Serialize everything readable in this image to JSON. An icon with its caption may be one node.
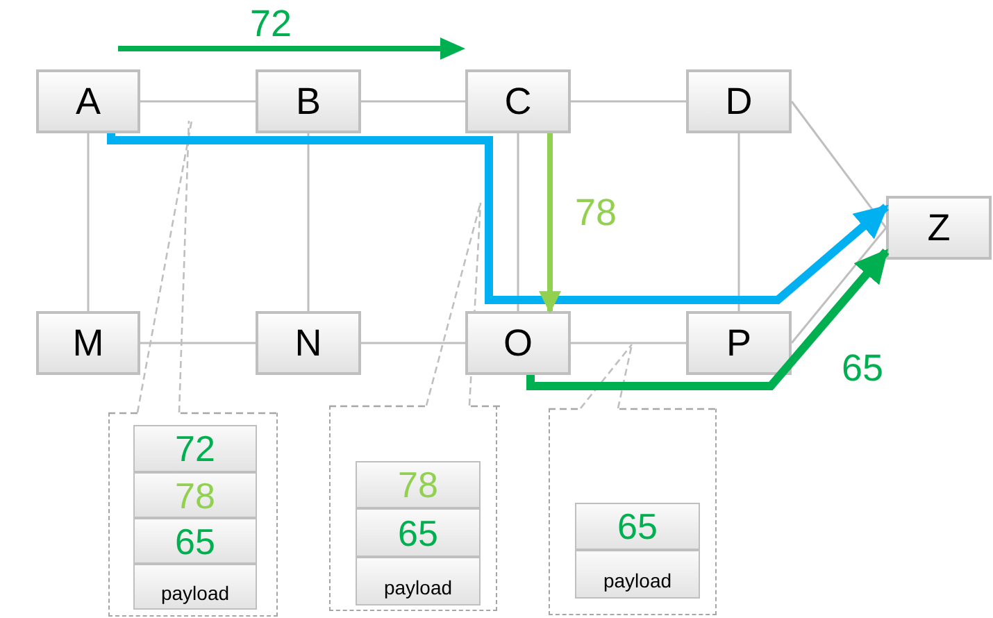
{
  "diagram": {
    "nodes": [
      {
        "text": [
          "A"
        ]
      },
      {
        "text": [
          "B"
        ]
      },
      {
        "text": [
          "C"
        ]
      },
      {
        "text": [
          "D"
        ]
      },
      {
        "text": [
          "M"
        ]
      },
      {
        "text": [
          "N"
        ]
      },
      {
        "text": [
          "O"
        ]
      },
      {
        "text": [
          "P"
        ]
      },
      {
        "text": [
          "Z"
        ]
      },
      {
        "text": [],
        "shape": "box"
      },
      {
        "text": [
          "72"
        ],
        "in": 9
      },
      {
        "text": [
          "78"
        ],
        "in": 9
      },
      {
        "text": [
          "65"
        ],
        "in": 9
      },
      {
        "text": [
          "payload"
        ],
        "in": 9
      },
      {
        "text": [],
        "shape": "box"
      },
      {
        "text": [
          "78"
        ],
        "in": 14
      },
      {
        "text": [
          "65"
        ],
        "in": 14
      },
      {
        "text": [
          "payload"
        ],
        "in": 14
      },
      {
        "text": [],
        "shape": "box"
      },
      {
        "text": [
          "65"
        ],
        "in": 18
      },
      {
        "text": [
          "payload"
        ],
        "in": 18
      }
    ],
    "edges": [
      {
        "from": 0,
        "to": 1,
        "arrow": "none"
      },
      {
        "from": 1,
        "to": 2,
        "arrow": "none"
      },
      {
        "from": 2,
        "to": 3,
        "arrow": "none"
      },
      {
        "from": 0,
        "to": 4,
        "arrow": "none"
      },
      {
        "from": 1,
        "to": 5,
        "arrow": "none"
      },
      {
        "from": 2,
        "to": 6,
        "arrow": "none"
      },
      {
        "from": 3,
        "to": 7,
        "arrow": "none"
      },
      {
        "from": 4,
        "to": 5,
        "arrow": "none"
      },
      {
        "from": 5,
        "to": 6,
        "arrow": "none"
      },
      {
        "from": 6,
        "to": 7,
        "arrow": "none"
      },
      {
        "from": 3,
        "to": 8,
        "arrow": "none"
      },
      {
        "from": 7,
        "to": 8,
        "arrow": "none"
      },
      {
        "from": 0,
        "to": 8,
        "arrow": "to",
        "style": "thick",
        "color": "#00b0f0"
      },
      {
        "from": 6,
        "to": 8,
        "arrow": "to",
        "label": "65",
        "style": "thick",
        "color": "#00b050"
      },
      {
        "from": 2,
        "to": 6,
        "arrow": "to",
        "label": "78",
        "style": "thick",
        "color": "#92d050"
      },
      {
        "from": 9,
        "to": null,
        "arrow": "none",
        "style": "dashed"
      },
      {
        "from": 9,
        "to": null,
        "arrow": "none",
        "style": "dashed"
      },
      {
        "from": 14,
        "to": null,
        "arrow": "none",
        "style": "dashed"
      },
      {
        "from": 14,
        "to": null,
        "arrow": "none",
        "style": "dashed"
      },
      {
        "from": 18,
        "to": null,
        "arrow": "none",
        "style": "dashed"
      },
      {
        "from": 18,
        "to": null,
        "arrow": "none",
        "style": "dashed"
      }
    ],
    "labels": [
      "72"
    ]
  }
}
